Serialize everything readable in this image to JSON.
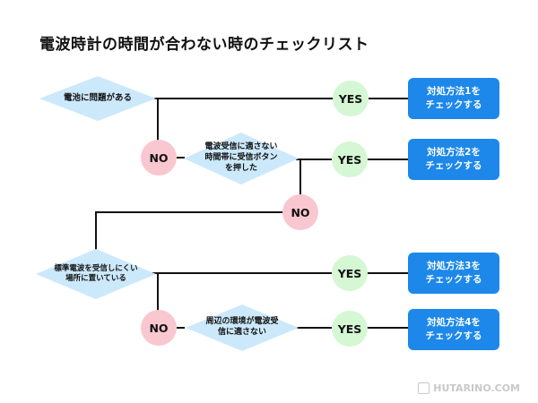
{
  "title": "電波時計の時間が合わない時のチェックリスト",
  "questions": [
    "電池に問題がある",
    "電波受信に適さない\n時間帯に受信ボタン\nを押した",
    "標準電波を受信しにくい\n場所に置いている",
    "周辺の環境が電波受\n信に適さない"
  ],
  "yes_label": "YES",
  "no_label": "NO",
  "actions": [
    "対処方法1を\nチェックする",
    "対処方法2を\nチェックする",
    "対処方法3を\nチェックする",
    "対処方法4を\nチェックする"
  ],
  "watermark": "HUTARINO.COM",
  "colors": {
    "diamond": "#cce9fb",
    "action": "#1d88e9",
    "yes": "#d5f7d4",
    "no": "#f9c7d0",
    "line": "#111111"
  }
}
